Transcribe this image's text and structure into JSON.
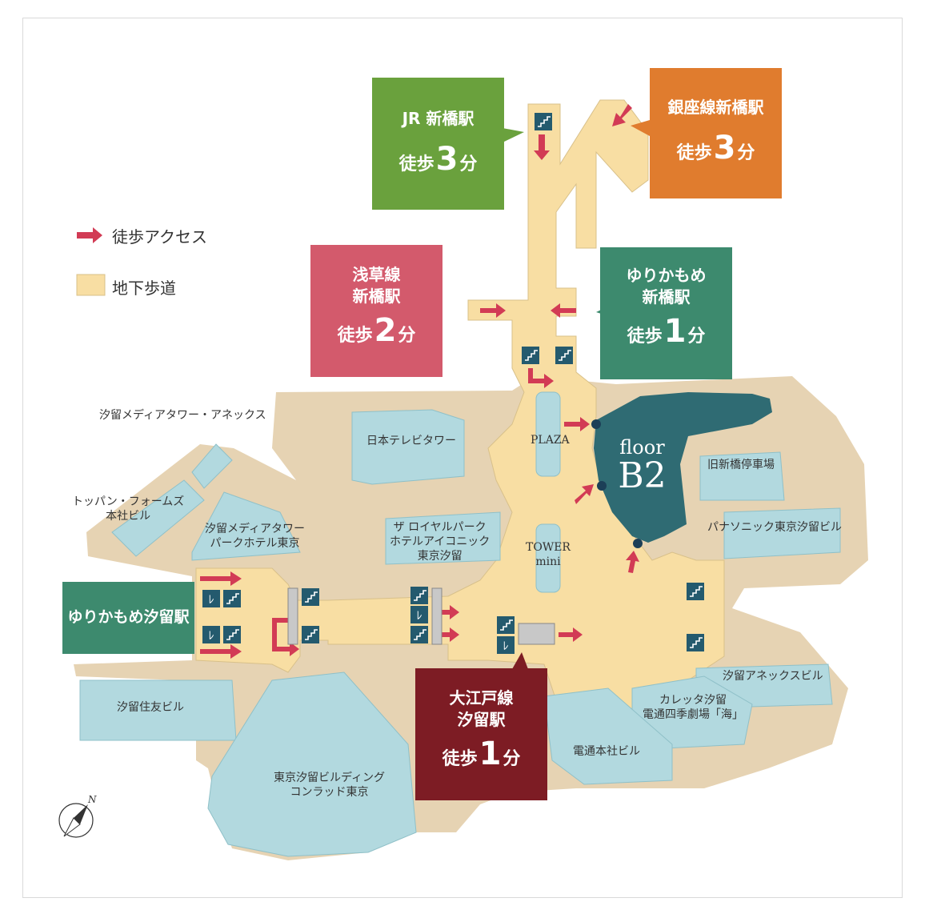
{
  "legend": {
    "walk_access": "徒歩アクセス",
    "underground": "地下歩道"
  },
  "colors": {
    "jr": "#6aa13d",
    "ginza": "#e07c2e",
    "asakusa": "#d35a6c",
    "yurikamome": "#3d8a6e",
    "oedo": "#7d1c24",
    "passage": "#f8dea3",
    "ground": "#e6d3b3",
    "building": "#b2d9df",
    "floor": "#2f6b73",
    "arrow": "#d23b55",
    "icon": "#245a6e"
  },
  "stations": {
    "jr": {
      "name": "JR 新橋駅",
      "walk_prefix": "徒歩",
      "walk_num": "3",
      "walk_suffix": "分"
    },
    "ginza": {
      "name": "銀座線新橋駅",
      "walk_prefix": "徒歩",
      "walk_num": "3",
      "walk_suffix": "分"
    },
    "asakusa": {
      "name": "浅草線\n新橋駅",
      "walk_prefix": "徒歩",
      "walk_num": "2",
      "walk_suffix": "分"
    },
    "yurikamome_shimbashi": {
      "name": "ゆりかもめ\n新橋駅",
      "walk_prefix": "徒歩",
      "walk_num": "1",
      "walk_suffix": "分"
    },
    "yurikamome_shiodome": {
      "name": "ゆりかもめ汐留駅"
    },
    "oedo": {
      "name": "大江戸線\n汐留駅",
      "walk_prefix": "徒歩",
      "walk_num": "1",
      "walk_suffix": "分"
    }
  },
  "floor": {
    "line1": "floor",
    "line2": "B2"
  },
  "buildings": {
    "media_annex": "汐留メディアタワー・アネックス",
    "toppan": "トッパン・フォームズ\n本社ビル",
    "media_tower": "汐留メディアタワー\nパークホテル東京",
    "ntv": "日本テレビタワー",
    "plaza": "PLAZA",
    "royal_park": "ザ ロイヤルパーク\nホテルアイコニック\n東京汐留",
    "tower_mini": "TOWER\nmini",
    "kyu_shimbashi": "旧新橋停車場",
    "panasonic": "パナソニック東京汐留ビル",
    "annex_building": "汐留アネックスビル",
    "caretta": "カレッタ汐留\n電通四季劇場「海」",
    "dentsu": "電通本社ビル",
    "sumitomo": "汐留住友ビル",
    "tokyo_shiodome": "東京汐留ビルディング\nコンラッド東京"
  },
  "compass": {
    "north": "N"
  }
}
